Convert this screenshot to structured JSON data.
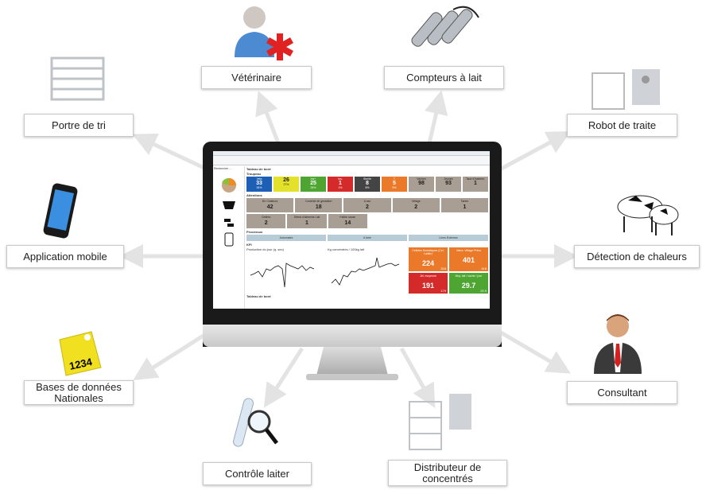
{
  "nodes": [
    {
      "id": "veterinaire",
      "label": "Vétérinaire",
      "icon": "veterinarian-icon"
    },
    {
      "id": "compteurs",
      "label": "Compteurs à lait",
      "icon": "milk-meter-icon"
    },
    {
      "id": "portre",
      "label": "Portre de tri",
      "icon": "sorting-gate-icon"
    },
    {
      "id": "robot",
      "label": "Robot de traite",
      "icon": "milking-robot-icon"
    },
    {
      "id": "mobile",
      "label": "Application mobile",
      "icon": "smartphone-icon"
    },
    {
      "id": "chaleurs",
      "label": "Détection de chaleurs",
      "icon": "cows-icon"
    },
    {
      "id": "bases",
      "label": "Bases de données Nationales",
      "icon": "ear-tag-icon"
    },
    {
      "id": "consultant",
      "label": "Consultant",
      "icon": "consultant-icon"
    },
    {
      "id": "controle",
      "label": "Contrôle laiter",
      "icon": "test-tube-magnifier-icon"
    },
    {
      "id": "distributeur",
      "label": "Distributeur de concentrés",
      "icon": "feeder-icon"
    }
  ],
  "ear_tag_number": "1234",
  "screen": {
    "search": "Rechercher ...",
    "title": "Tableau de bord",
    "troupeau_label": "Troupeau",
    "troupeau": [
      {
        "label": "Vela",
        "value": "33",
        "sub": "34%",
        "color": "#1d5fb4"
      },
      {
        "label": "",
        "value": "26",
        "sub": "27%",
        "color": "#e4e12a"
      },
      {
        "label": "Ins+",
        "value": "25",
        "sub": "26%",
        "color": "#4ea531"
      },
      {
        "label": "Ins-",
        "value": "1",
        "sub": "1%",
        "color": "#d42a2a"
      },
      {
        "label": "Sterile",
        "value": "8",
        "sub": "8%",
        "color": "#444444"
      },
      {
        "label": "T",
        "value": "5",
        "sub": "5%",
        "color": "#ea7a2a"
      },
      {
        "label": "Vaches",
        "value": "98",
        "sub": "",
        "color": "#a99e93"
      },
      {
        "label": "Jeunes",
        "value": "93",
        "sub": "",
        "color": "#a99e93"
      },
      {
        "label": "Taux d'insémin.",
        "value": "1",
        "sub": "",
        "color": "#a99e93"
      }
    ],
    "attentions_label": "Attentions",
    "attentions": [
      {
        "label": "En Chaleurs",
        "value": "42"
      },
      {
        "label": "Contrôle de gestation",
        "value": "18"
      },
      {
        "label": "A sec",
        "value": "2"
      },
      {
        "label": "Vêlage",
        "value": "2"
      },
      {
        "label": "Taries",
        "value": "1"
      },
      {
        "label": "Gelées",
        "value": "2"
      },
      {
        "label": "Début d'aliments Lait",
        "value": "1"
      },
      {
        "label": "Faible cavan",
        "value": "14"
      }
    ],
    "processus_label": "Processus",
    "processus": [
      "Automates",
      "A faire",
      "Liens Externes"
    ],
    "kpi_label": "KPI",
    "chart1_title": "Production du jour (q. sec)",
    "chart2_title": "Kg concentrés / 100kg lait",
    "kpis": [
      {
        "label": "Cellules Somatiques (Cel. Laitier)",
        "value": "224",
        "sub": "318",
        "color": "#ea7a2a"
      },
      {
        "label": "Interv. Vêlage Préco",
        "value": "401",
        "sub": "418",
        "color": "#ea7a2a"
      },
      {
        "label": "Jél. moyenne",
        "value": "191",
        "sub": "179",
        "color": "#d42a2a"
      },
      {
        "label": "Moy. lait / vache / jour",
        "value": "29.7",
        "sub": "29.9",
        "color": "#4ea531"
      }
    ],
    "footer": "Tableau de bord"
  },
  "colors": {
    "arrow": "#e3e3e3",
    "box_border": "#c9c9c9"
  }
}
